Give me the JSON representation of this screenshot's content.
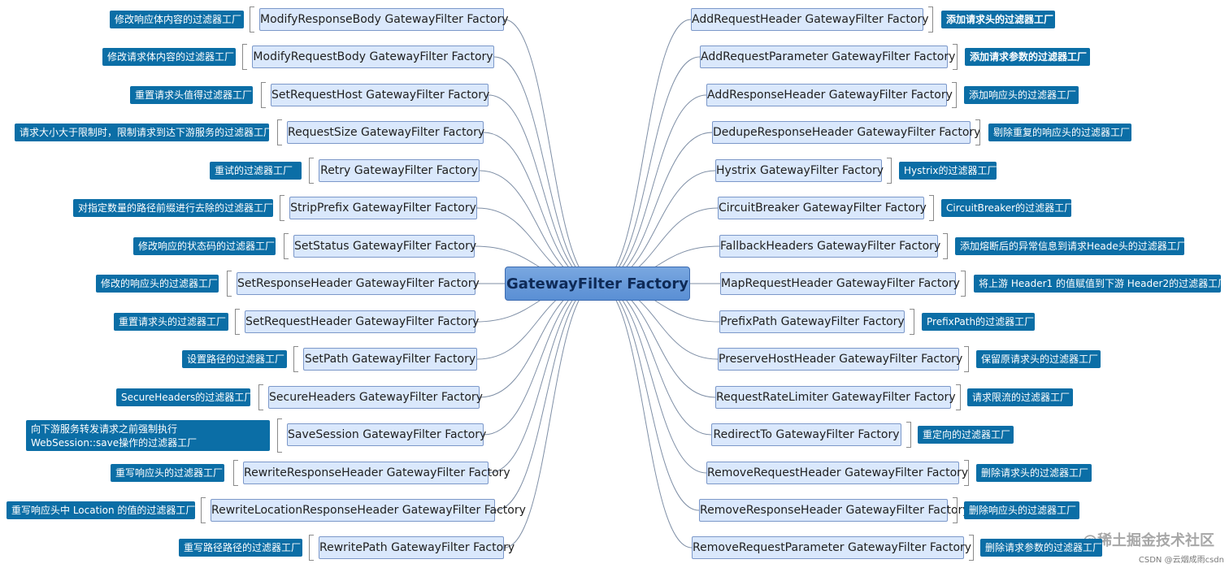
{
  "root": {
    "label": "GatewayFilter Factory"
  },
  "left_items": [
    {
      "label": "ModifyResponseBody GatewayFilter Factory",
      "note": "修改响应体内容的过滤器工厂"
    },
    {
      "label": "ModifyRequestBody  GatewayFilter  Factory",
      "note": "修改请求体内容的过滤器工厂"
    },
    {
      "label": "SetRequestHost GatewayFilter  Factory",
      "note": "重置请求头值得过滤器工厂"
    },
    {
      "label": "RequestSize GatewayFilter  Factory",
      "note": "请求大小大于限制时，限制请求到达下游服务的过滤器工厂"
    },
    {
      "label": "Retry GatewayFilter  Factory",
      "note": "重试的过滤器工厂"
    },
    {
      "label": "StripPrefix GatewayFilter  Factory",
      "note": "对指定数量的路径前缀进行去除的过滤器工厂"
    },
    {
      "label": "SetStatus GatewayFilter  Factory",
      "note": "修改响应的状态码的过滤器工厂"
    },
    {
      "label": "SetResponseHeader GatewayFilter  Factory",
      "note": "修改的响应头的过滤器工厂"
    },
    {
      "label": "SetRequestHeader GatewayFilter  Factory",
      "note": "重置请求头的过滤器工厂"
    },
    {
      "label": "SetPath GatewayFilter  Factory",
      "note": "设置路径的过滤器工厂"
    },
    {
      "label": "SecureHeaders GatewayFilter  Factory",
      "note": "SecureHeaders的过滤器工厂"
    },
    {
      "label": "SaveSession GatewayFilter  Factory",
      "note": "向下游服务转发请求之前强制执行 WebSession::save操作的过滤器工厂"
    },
    {
      "label": "RewriteResponseHeader GatewayFilter  Factory",
      "note": "重写响应头的过滤器工厂"
    },
    {
      "label": "RewriteLocationResponseHeader GatewayFilter Factory",
      "note": "重写响应头中 Location 的值的过滤器工厂"
    },
    {
      "label": "RewritePath GatewayFilter  Factory",
      "note": "重写路径路径的过滤器工厂"
    }
  ],
  "right_items": [
    {
      "label": "AddRequestHeader GatewayFilter Factory",
      "note": "添加请求头的过滤器工厂"
    },
    {
      "label": "AddRequestParameter GatewayFilter Factory",
      "note": "添加请求参数的过滤器工厂"
    },
    {
      "label": "AddResponseHeader GatewayFilter Factory",
      "note": "添加响应头的过滤器工厂"
    },
    {
      "label": "DedupeResponseHeader GatewayFilter Factory",
      "note": "剔除重复的响应头的过滤器工厂"
    },
    {
      "label": "Hystrix GatewayFilter Factory",
      "note": "Hystrix的过滤器工厂"
    },
    {
      "label": "CircuitBreaker GatewayFilter  Factory",
      "note": "CircuitBreaker的过滤器工厂"
    },
    {
      "label": "FallbackHeaders GatewayFilter  Factory",
      "note": "添加熔断后的异常信息到请求Heade头的过滤器工厂"
    },
    {
      "label": "MapRequestHeader GatewayFilter  Factory",
      "note": "将上游 Header1 的值赋值到下游 Header2的过滤器工厂"
    },
    {
      "label": "PrefixPath GatewayFilter  Factory",
      "note": "PrefixPath的过滤器工厂"
    },
    {
      "label": "PreserveHostHeader GatewayFilter  Factory",
      "note": "保留原请求头的过滤器工厂"
    },
    {
      "label": "RequestRateLimiter GatewayFilter  Factory",
      "note": "请求限流的过滤器工厂"
    },
    {
      "label": "RedirectTo GatewayFilter  Factory",
      "note": "重定向的过滤器工厂"
    },
    {
      "label": "RemoveRequestHeader GatewayFilter Factory",
      "note": "删除请求头的过滤器工厂"
    },
    {
      "label": "RemoveResponseHeader GatewayFilter  Factory",
      "note": "删除响应头的过滤器工厂"
    },
    {
      "label": "RemoveRequestParameter GatewayFilter  Factory",
      "note": "删除请求参数的过滤器工厂"
    }
  ],
  "watermark": "@稀土掘金技术社区",
  "footer_credit": "CSDN @云烟成雨csdn",
  "colors": {
    "node_fill": "#dae8fc",
    "node_border": "#7c98c9",
    "note_fill": "#0b6ea6",
    "root_fill": "#6a9ad8",
    "link": "#7f8fa6"
  }
}
